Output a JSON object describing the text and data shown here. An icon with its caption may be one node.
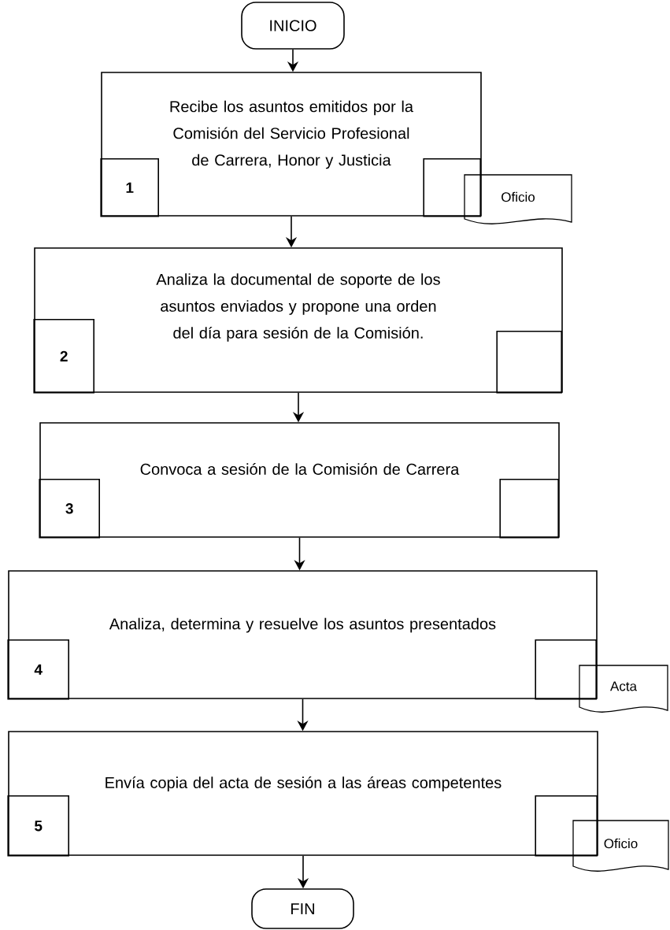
{
  "diagram": {
    "nodes": [
      {
        "text": [
          "INICIO"
        ]
      },
      {
        "text": [
          "Recibe los asuntos emitidos por la Comisión del Servicio Profesional de Carrera, Honor y Justicia"
        ]
      },
      {
        "text": [
          "1"
        ],
        "in": 1
      },
      {
        "text": [],
        "shape": "box",
        "in": 1
      },
      {
        "text": [
          "Oficio"
        ]
      },
      {
        "text": [
          "Analiza la documental de soporte de los asuntos enviados y propone una orden del día para sesión de la Comisión."
        ]
      },
      {
        "text": [
          "2"
        ],
        "in": 5
      },
      {
        "text": [],
        "shape": "box",
        "in": 5
      },
      {
        "text": [
          "Convoca a sesión de la Comisión de Carrera"
        ]
      },
      {
        "text": [
          "3"
        ],
        "in": 8
      },
      {
        "text": [],
        "shape": "box",
        "in": 8
      },
      {
        "text": [
          "Analiza, determina y resuelve los asuntos presentados"
        ]
      },
      {
        "text": [
          "4"
        ],
        "in": 11
      },
      {
        "text": [],
        "shape": "box",
        "in": 11
      },
      {
        "text": [
          "Acta"
        ]
      },
      {
        "text": [
          "Envía copia del acta de sesión a las áreas competentes"
        ]
      },
      {
        "text": [
          "5"
        ],
        "in": 15
      },
      {
        "text": [],
        "shape": "box",
        "in": 15
      },
      {
        "text": [
          "Oficio"
        ]
      },
      {
        "text": [
          "FIN"
        ]
      }
    ],
    "edges": [
      {
        "from": 0,
        "to": 1,
        "arrow": "to"
      },
      {
        "from": 1,
        "to": 5,
        "arrow": "to"
      },
      {
        "from": 5,
        "to": 8,
        "arrow": "to"
      },
      {
        "from": 8,
        "to": 11,
        "arrow": "to"
      },
      {
        "from": 11,
        "to": 15,
        "arrow": "to"
      },
      {
        "from": 15,
        "to": 19,
        "arrow": "to"
      }
    ]
  }
}
